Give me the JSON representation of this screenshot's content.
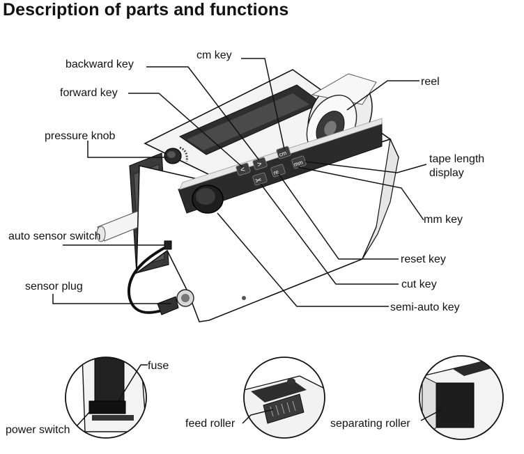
{
  "title": "Description of parts and functions",
  "labels": {
    "cm_key": "cm key",
    "backward_key": "backward key",
    "forward_key": "forward key",
    "reel": "reel",
    "pressure_knob": "pressure knob",
    "tape_length_display_1": "tape length",
    "tape_length_display_2": "display",
    "mm_key": "mm key",
    "auto_sensor_switch": "auto sensor switch",
    "reset_key": "reset key",
    "sensor_plug": "sensor plug",
    "cut_key": "cut key",
    "semi_auto_key": "semi-auto key",
    "fuse": "fuse",
    "power_switch": "power switch",
    "feed_roller": "feed roller",
    "separating_roller": "separating roller"
  },
  "key_glyphs": {
    "cm": "cm",
    "mm": "mm",
    "cut": "✂",
    "forward": "<",
    "backward": ">"
  }
}
